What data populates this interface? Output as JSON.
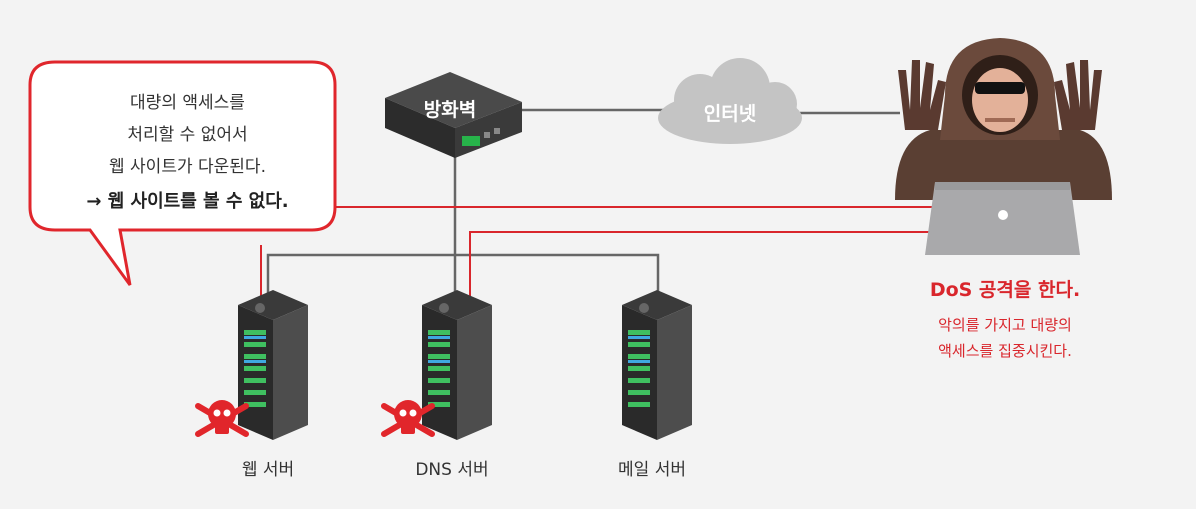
{
  "firewall": {
    "label": "방화벽"
  },
  "internet": {
    "label": "인터넷"
  },
  "bubble": {
    "lines": [
      "대량의 액세스를",
      "처리할 수 없어서",
      "웹 사이트가 다운된다."
    ],
    "result": "→ 웹 사이트를 볼 수 없다."
  },
  "attacker": {
    "title": "DoS 공격을 한다.",
    "desc_lines": [
      "악의를 가지고 대량의",
      "액세스를 집중시킨다."
    ]
  },
  "servers": [
    {
      "label": "웹 서버",
      "compromised": true
    },
    {
      "label": "DNS 서버",
      "compromised": true
    },
    {
      "label": "메일 서버",
      "compromised": false
    }
  ],
  "colors": {
    "attack_line": "#d9262c",
    "network_line": "#666666",
    "bubble_border": "#e0262c",
    "skull": "#e1262b"
  },
  "icons": [
    "firewall-icon",
    "cloud-icon",
    "hacker-icon",
    "laptop-icon",
    "server-icon",
    "skull-crossbones-icon"
  ]
}
